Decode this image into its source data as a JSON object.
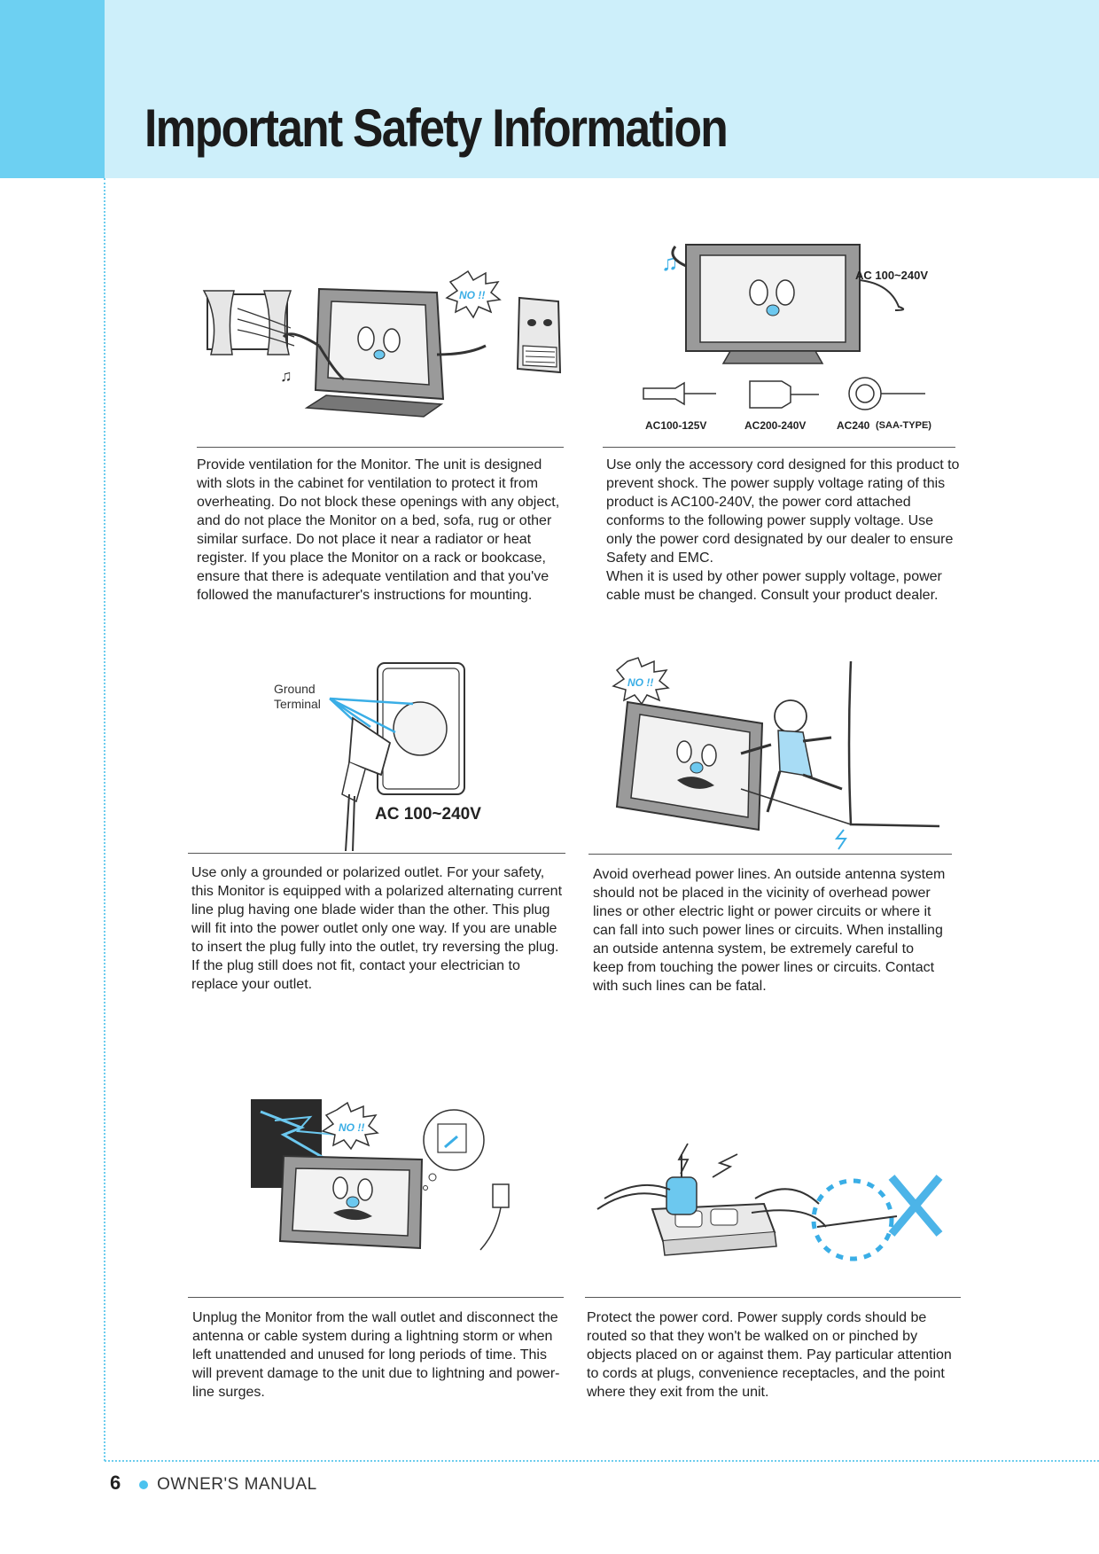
{
  "header": {
    "title": "Important Safety Information"
  },
  "footer": {
    "page_number": "6",
    "label": "OWNER'S MANUAL"
  },
  "colors": {
    "header_band": "#cdeffa",
    "header_tab": "#6dd0f2",
    "accent": "#4cc3ef"
  },
  "sections": [
    {
      "icon": "ventilation-illustration",
      "badge": "NO !!",
      "text": "Provide ventilation for the Monitor. The unit is designed with slots in the cabinet for ventilation to protect it from overheating. Do not block these openings with any object, and do not place the Monitor on a bed, sofa, rug or other similar surface. Do not place it near a radiator or heat register. If you place the Monitor on a rack or bookcase, ensure that there is adequate ventilation and that you've followed the manufacturer's instructions for mounting."
    },
    {
      "icon": "power-cord-illustration",
      "voltage_label": "AC 100~240V",
      "plug_labels": [
        "AC100-125V",
        "AC200-240V",
        "AC240"
      ],
      "plug_note": "(SAA-TYPE)",
      "text_lines": [
        "Use only the accessory cord designed for this product to prevent shock. The power supply voltage rating of this product is AC100-240V, the power cord attached conforms to the following power supply voltage. Use only the power cord designated by our dealer to ensure Safety and EMC.",
        "When it is used by other power supply voltage, power cable must be changed. Consult your product dealer."
      ]
    },
    {
      "icon": "grounded-outlet-illustration",
      "ground_label_1": "Ground",
      "ground_label_2": "Terminal",
      "voltage_label": "AC 100~240V",
      "text": "Use only a grounded or polarized outlet. For your safety, this Monitor is equipped with a polarized alternating current line plug having one blade wider than the other. This plug will fit into the power outlet only one way. If you are unable to insert the plug fully into the outlet, try reversing the plug. If the plug still does not fit, contact your electrician to replace your outlet."
    },
    {
      "icon": "power-lines-illustration",
      "badge": "NO !!",
      "text": "Avoid overhead power lines. An outside antenna system should not be placed in the vicinity of overhead power lines or other electric light or power circuits or where it can fall into such power lines or circuits. When installing an outside antenna system, be extremely careful to keep from touching the power lines or circuits. Contact with such lines can be fatal."
    },
    {
      "icon": "lightning-illustration",
      "badge": "NO !!",
      "text": "Unplug the Monitor from the wall outlet and disconnect the antenna or cable system during a lightning storm or when left unattended and unused for long periods of time. This will prevent damage to the unit due to lightning and power-line surges."
    },
    {
      "icon": "power-cord-protection-illustration",
      "text": "Protect the power cord. Power supply cords should be routed so that they won't be walked on or pinched by objects placed on or against them. Pay particular attention to cords at plugs, convenience receptacles, and the point where they exit from the unit."
    }
  ]
}
